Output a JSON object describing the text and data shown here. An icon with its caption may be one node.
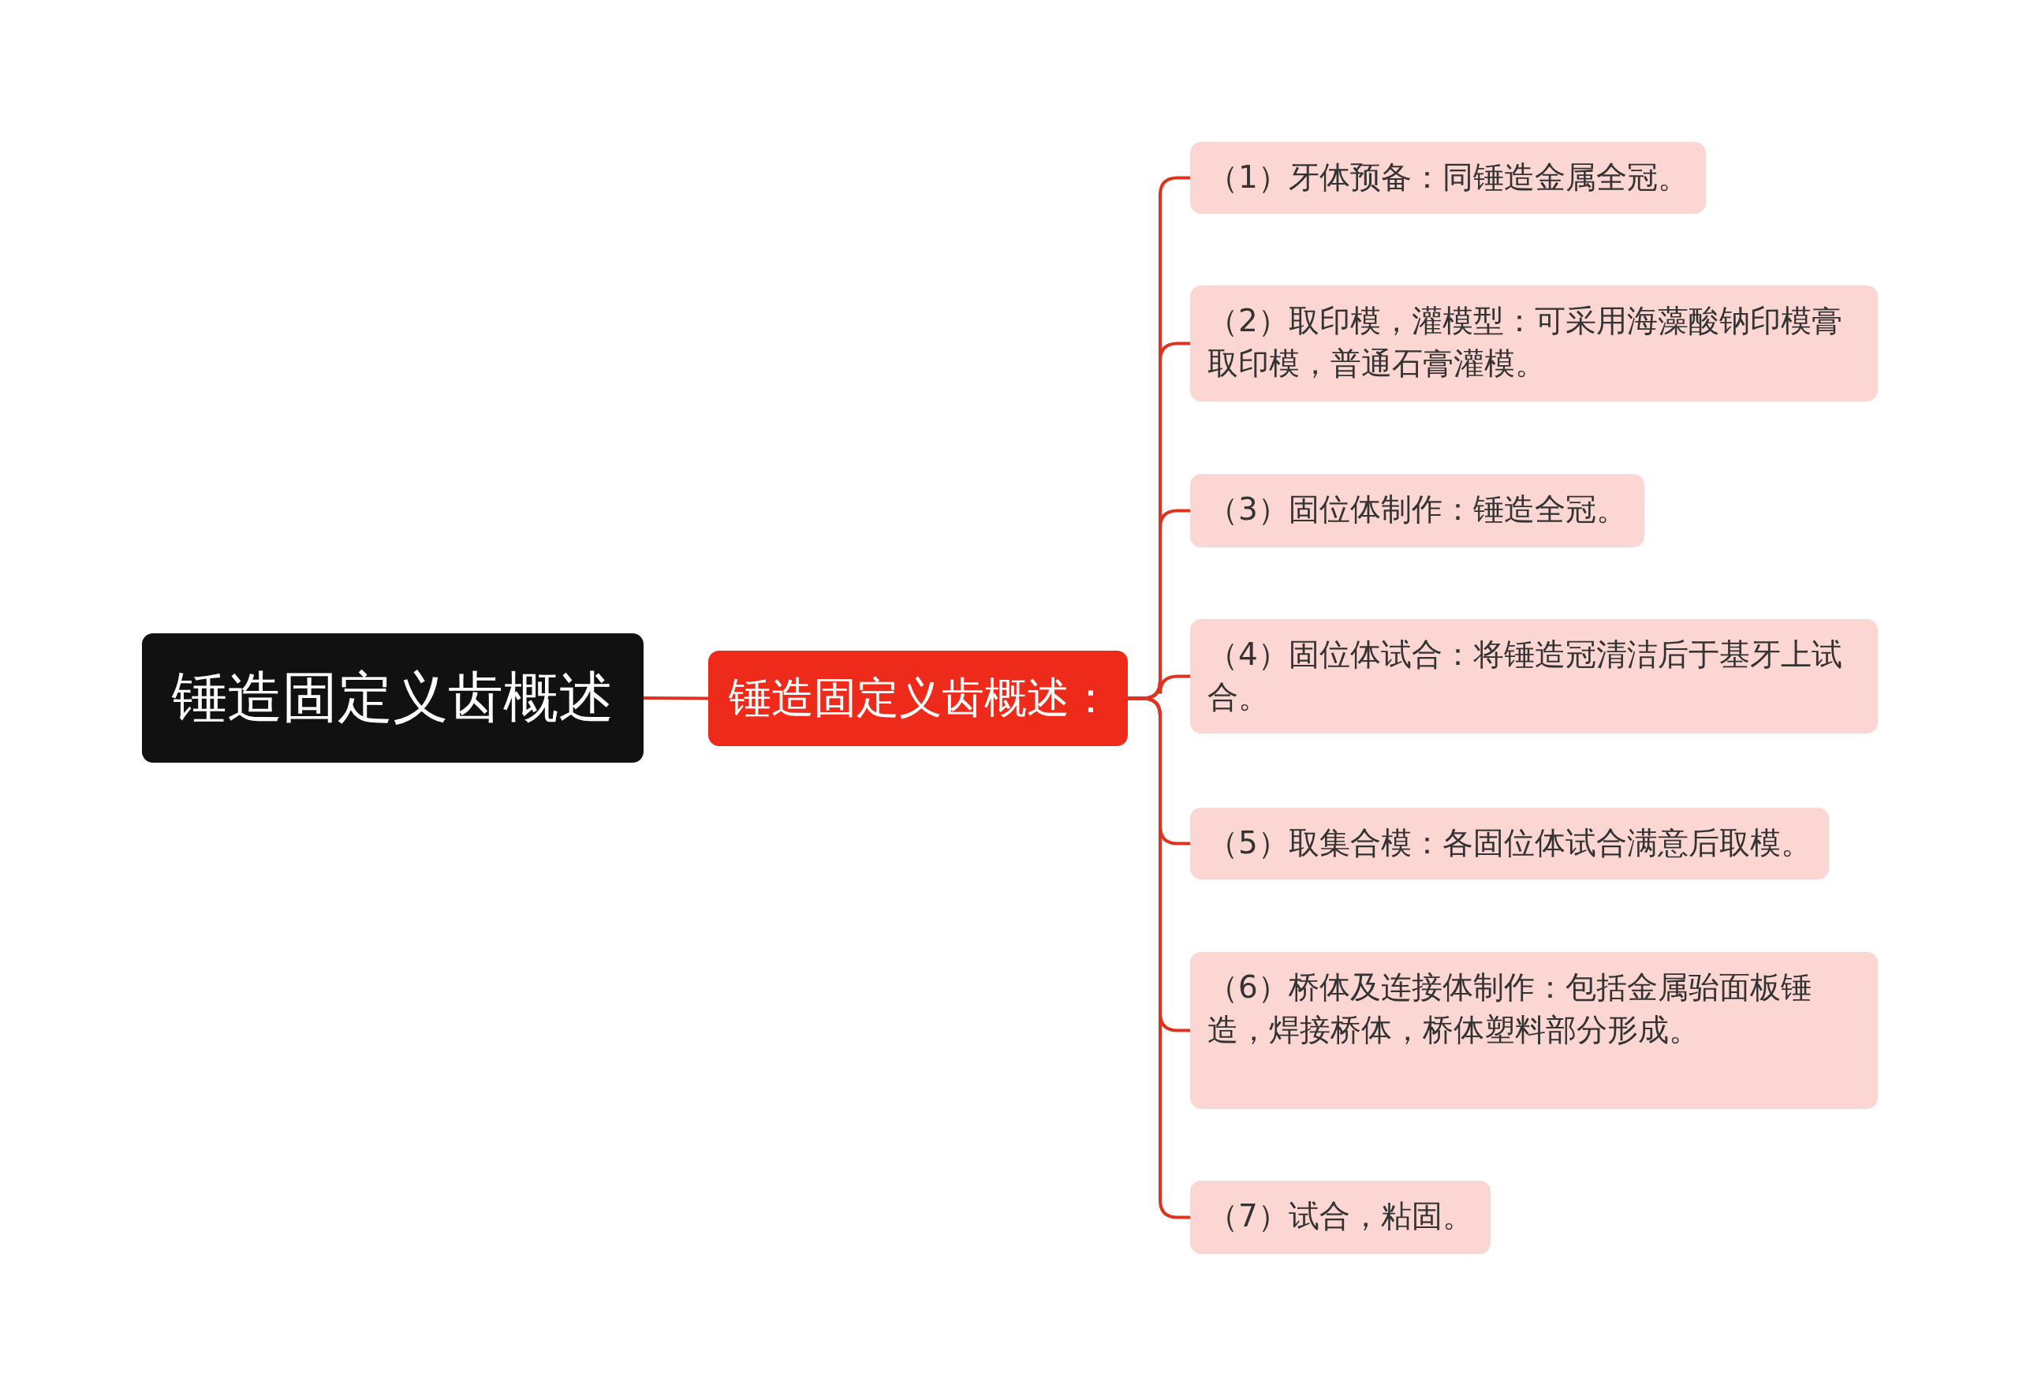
{
  "diagram": {
    "nodes": [
      {
        "text": [
          "锤造固定义齿概述"
        ]
      },
      {
        "text": [
          "锤造固定义齿概述："
        ]
      },
      {
        "text": [
          "（1）牙体预备：同锤造金属全冠。"
        ]
      },
      {
        "text": [
          "（2）取印模，灌模型：可采用海藻酸钠印模膏取印模，普通石膏灌模。"
        ]
      },
      {
        "text": [
          "（3）固位体制作：锤造全冠。"
        ]
      },
      {
        "text": [
          "（4）固位体试合：将锤造冠清洁后于基牙上试合。"
        ]
      },
      {
        "text": [
          "（5）取集合模：各固位体试合满意后取模。"
        ]
      },
      {
        "text": [
          "（6）桥体及连接体制作：包括金属骀面板锤造，焊接桥体，桥体塑料部分形成。"
        ]
      },
      {
        "text": [
          "（7）试合，粘固。"
        ]
      }
    ],
    "edges": [
      {
        "from": 0,
        "to": 1,
        "arrow": "none"
      },
      {
        "from": 1,
        "to": 2,
        "arrow": "none"
      },
      {
        "from": 1,
        "to": 3,
        "arrow": "none"
      },
      {
        "from": 1,
        "to": 4,
        "arrow": "none"
      },
      {
        "from": 1,
        "to": 5,
        "arrow": "none"
      },
      {
        "from": 1,
        "to": 6,
        "arrow": "none"
      },
      {
        "from": 1,
        "to": 7,
        "arrow": "none"
      },
      {
        "from": 1,
        "to": 8,
        "arrow": "none"
      }
    ]
  }
}
